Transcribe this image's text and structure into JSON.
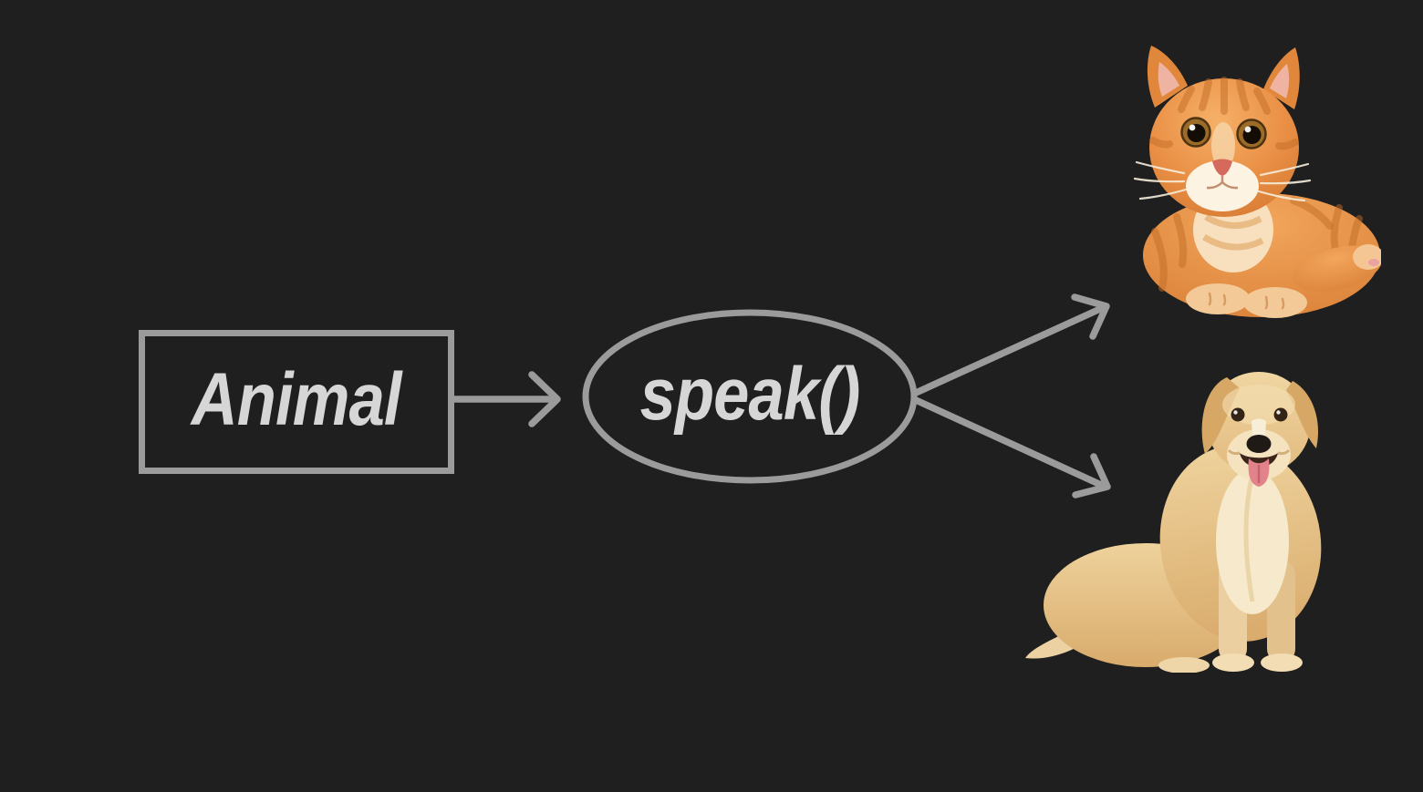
{
  "page": {
    "background_color": "#201f1f"
  },
  "diagram": {
    "colors": {
      "connector": "#9b9b9b",
      "label_text": "#d6d6d6"
    },
    "nodes": {
      "animal_class": {
        "label": "Animal",
        "shape": "rectangle"
      },
      "speak_method": {
        "label": "speak()",
        "shape": "ellipse"
      },
      "cat": {
        "image": "orange-tabby-kitten-photo"
      },
      "dog": {
        "image": "golden-retriever-dog-photo"
      }
    },
    "edges": [
      {
        "from": "animal_class",
        "to": "speak_method",
        "style": "open-arrow"
      },
      {
        "from": "speak_method",
        "to": "cat",
        "style": "open-arrow"
      },
      {
        "from": "speak_method",
        "to": "dog",
        "style": "open-arrow"
      }
    ]
  }
}
